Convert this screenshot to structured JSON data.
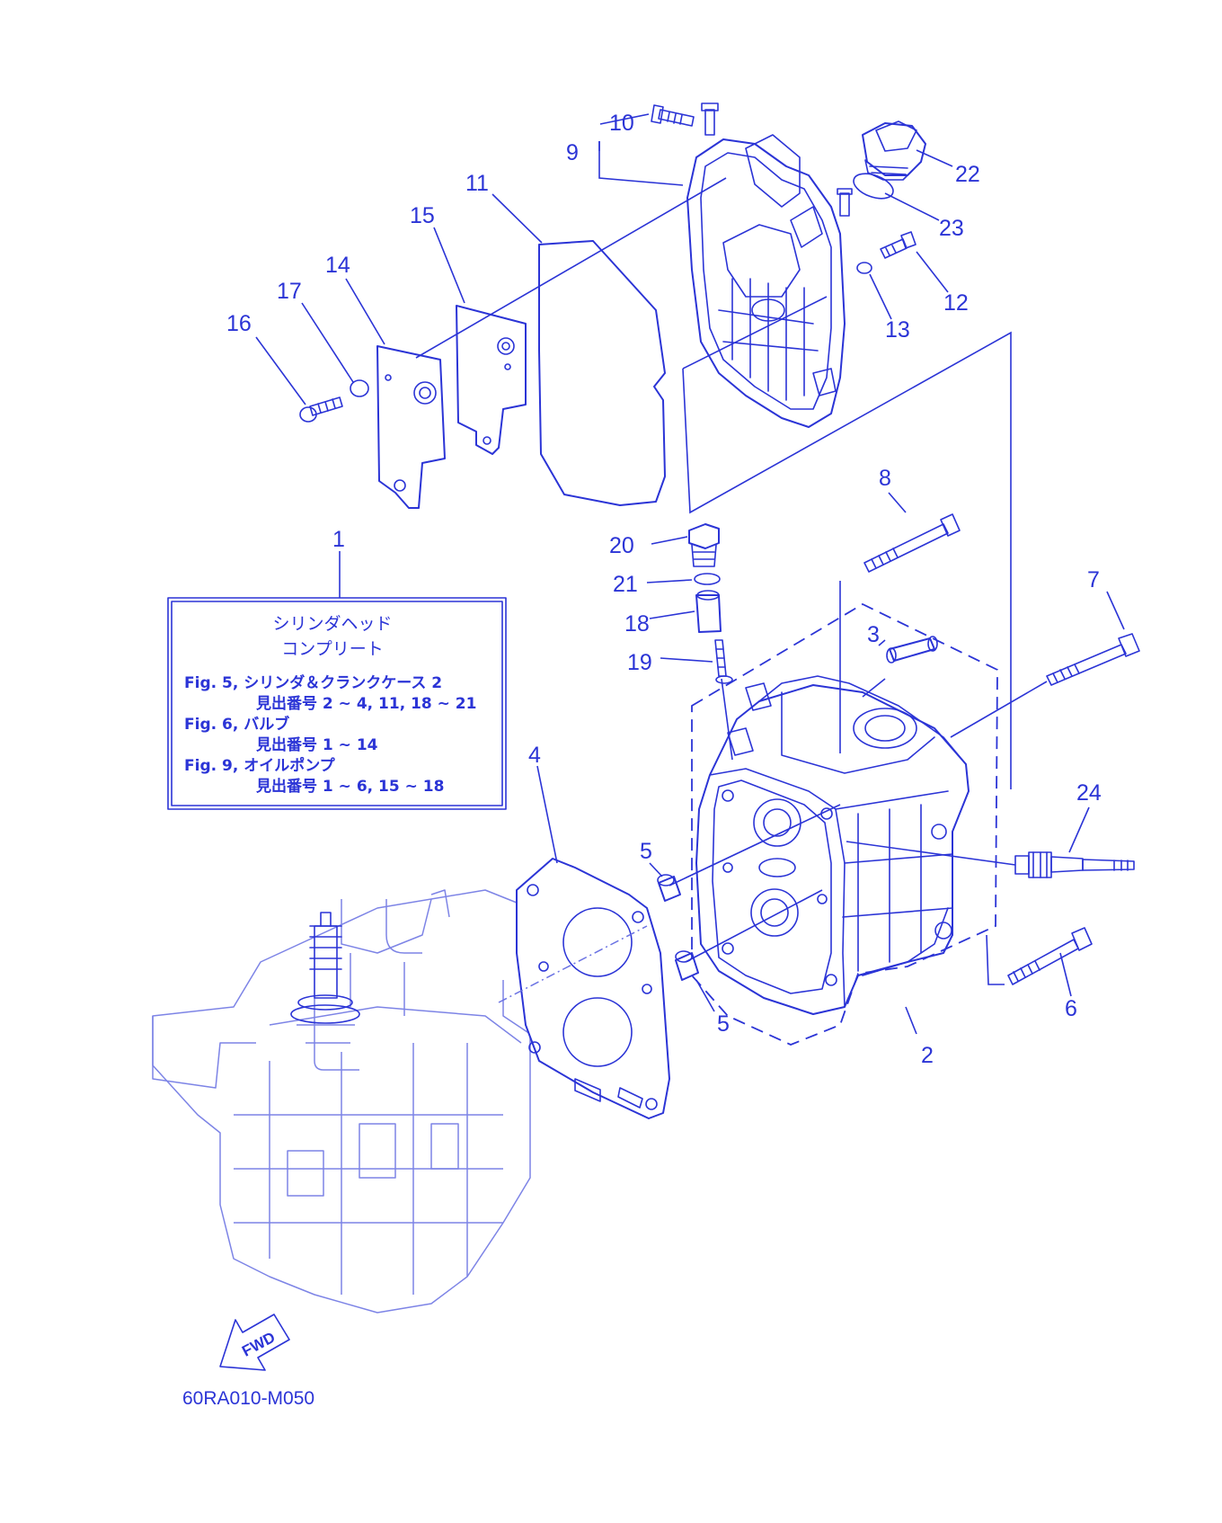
{
  "diagram": {
    "drawing_code": "60RA010-M050",
    "direction_label": "FWD",
    "callouts": [
      "1",
      "2",
      "3",
      "4",
      "5",
      "5",
      "6",
      "7",
      "8",
      "9",
      "10",
      "11",
      "12",
      "13",
      "14",
      "15",
      "16",
      "17",
      "18",
      "19",
      "20",
      "21",
      "22",
      "23",
      "24"
    ],
    "note_box": {
      "title_line1": "シリンダヘッド",
      "title_line2": "コンプリート",
      "lines": [
        "Fig. 5, シリンダ＆クランクケース 2",
        "見出番号 2 ~ 4, 11, 18 ~ 21",
        "Fig. 6, バルブ",
        "見出番号 1 ~ 14",
        "Fig. 9, オイルポンプ",
        "見出番号 1 ~ 6, 15 ~ 18"
      ]
    },
    "colors": {
      "ink": "#2b34d6",
      "ghost": "#7d84e6",
      "background": "#ffffff"
    }
  }
}
